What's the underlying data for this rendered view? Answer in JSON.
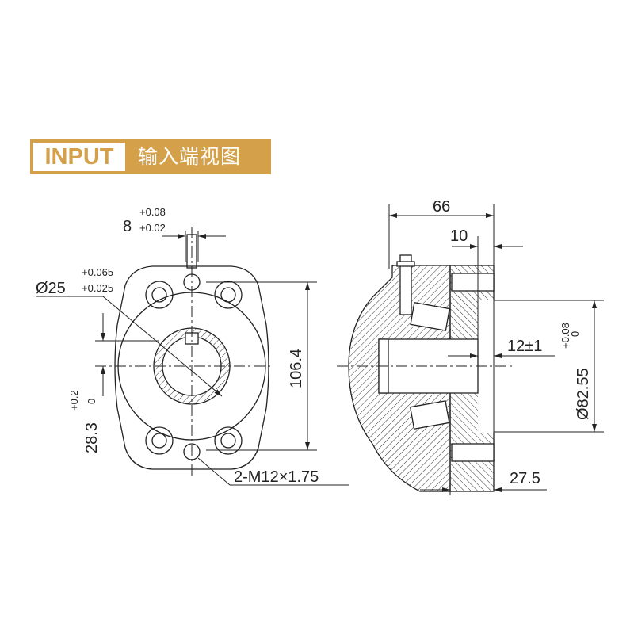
{
  "banner": {
    "label": "INPUT",
    "subtitle": "输入端视图",
    "color": "#D4A14A"
  },
  "front_view": {
    "keyway_width": "8",
    "keyway_tol_upper": "+0.08",
    "keyway_tol_lower": "+0.02",
    "shaft_diameter": "Ø25",
    "shaft_tol_upper": "+0.065",
    "shaft_tol_lower": "+0.025",
    "hole_spacing": "106.4",
    "key_height": "28.3",
    "key_tol_upper": "+0.2",
    "key_tol_lower": "0",
    "thread_spec": "2-M12×1.75"
  },
  "side_view": {
    "overall_length": "66",
    "flange_thickness": "10",
    "shaft_recess": "12±1",
    "pilot_diameter": "Ø82.55",
    "pilot_tol_upper": "+0.08",
    "pilot_tol_lower": "0",
    "pilot_depth": "27.5"
  }
}
